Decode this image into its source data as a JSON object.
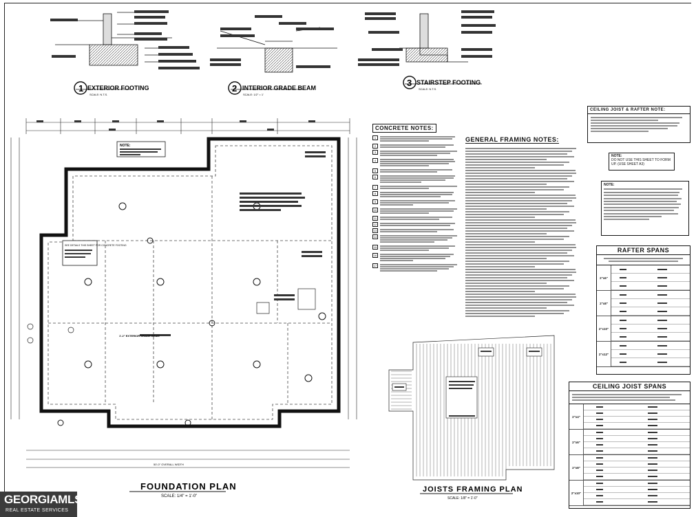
{
  "details": [
    {
      "number": "1",
      "title": "EXTERIOR FOOTING",
      "scale": "SCALE: N.T.S."
    },
    {
      "number": "2",
      "title": "INTERIOR GRADE BEAM",
      "scale": "SCALE: 1/2\" = 1'"
    },
    {
      "number": "3",
      "title": "STAIRSTEP FOOTING",
      "scale": "SCALE: N.T.S."
    }
  ],
  "foundation": {
    "title": "FOUNDATION PLAN",
    "scale": "SCALE: 1/4\" = 1'-0\"",
    "note_label": "NOTE:",
    "overall_width": "50'-0\" OVERALL WIDTH",
    "notes": [
      "SEE DETAILS THIS SHEET FOR CONCRETE FOOTING",
      "1'-2\" EXTERIOR GRADE BEAM"
    ]
  },
  "concrete_notes": {
    "title": "CONCRETE NOTES:",
    "items": [
      "1",
      "2",
      "3",
      "4",
      "5",
      "6",
      "7",
      "8",
      "9",
      "10",
      "11",
      "12",
      "13",
      "14",
      "15",
      "16",
      "17"
    ]
  },
  "framing_notes": {
    "title": "GENERAL FRAMING NOTES:"
  },
  "ceiling_rafter_note": {
    "title": "CEILING JOIST & RAFTER NOTE:"
  },
  "do_not_use_note": {
    "title": "NOTE:",
    "text": "DO NOT USE THIS SHEET TO FORM UP. (USE SHEET A3)"
  },
  "general_note": {
    "title": "NOTE:"
  },
  "rafter_spans": {
    "title": "RAFTER SPANS",
    "rows": [
      "2\"x6\"",
      "2\"x8\"",
      "2\"x10\"",
      "2\"x12\""
    ]
  },
  "ceiling_joist_spans": {
    "title": "CEILING JOIST SPANS",
    "rows": [
      "2\"x4\"",
      "2\"x6\"",
      "2\"x8\"",
      "2\"x10\""
    ]
  },
  "joists": {
    "title": "JOISTS FRAMING PLAN",
    "scale": "SCALE: 1/8\" = 1'-0\""
  },
  "logo": {
    "main": "GEORGIAMLS",
    "sub": "REAL ESTATE SERVICES"
  }
}
